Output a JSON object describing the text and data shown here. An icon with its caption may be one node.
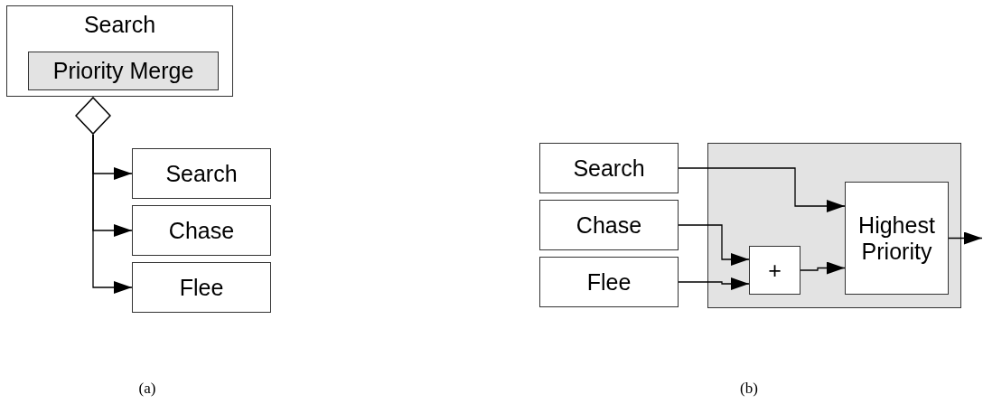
{
  "diagram": {
    "nodes": [
      {
        "text": [
          "Search"
        ]
      },
      {
        "text": [
          "Priority Merge"
        ],
        "in": 0
      },
      {
        "text": [],
        "shape": "diamond"
      },
      {
        "text": [
          "Search"
        ]
      },
      {
        "text": [
          "Chase"
        ]
      },
      {
        "text": [
          "Flee"
        ]
      },
      {
        "text": [
          "Search"
        ]
      },
      {
        "text": [
          "Chase"
        ]
      },
      {
        "text": [
          "Flee"
        ]
      },
      {
        "text": [],
        "shape": "box"
      },
      {
        "text": [
          "+"
        ],
        "in": 9
      },
      {
        "text": [
          "Highest Priority"
        ],
        "in": 9
      }
    ],
    "edges": [
      {
        "from": 2,
        "to": 3,
        "arrow": "to"
      },
      {
        "from": 2,
        "to": 4,
        "arrow": "to"
      },
      {
        "from": 2,
        "to": 5,
        "arrow": "to"
      },
      {
        "from": 6,
        "to": 11,
        "arrow": "to"
      },
      {
        "from": 7,
        "to": 10,
        "arrow": "to"
      },
      {
        "from": 8,
        "to": 10,
        "arrow": "to"
      },
      {
        "from": 10,
        "to": 11,
        "arrow": "to"
      },
      {
        "from": 11,
        "to": null,
        "arrow": "to"
      }
    ],
    "labels": [
      "(a)",
      "(b)"
    ]
  }
}
